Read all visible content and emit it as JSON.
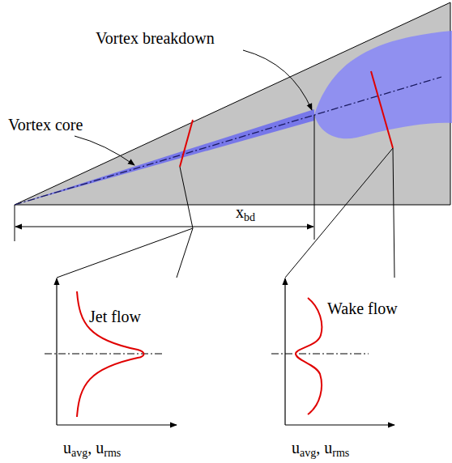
{
  "diagram": {
    "labels": [
      "Vortex breakdown",
      "Vortex core",
      "xbd",
      "Jet flow",
      "Wake flow",
      "uavg, urms",
      "uavg, urms"
    ]
  }
}
